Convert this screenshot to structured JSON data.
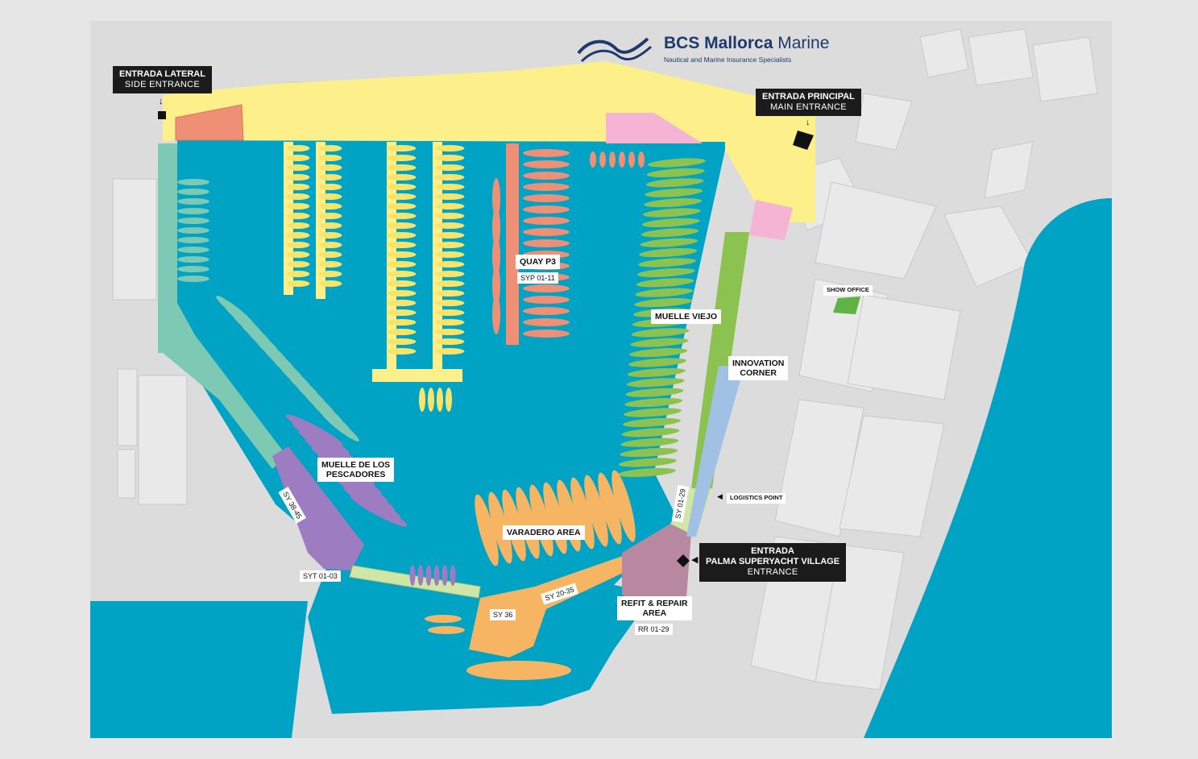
{
  "brand": {
    "name_bold": "BCS Mallorca",
    "name_regular": " Marine",
    "tagline": "Nautical and Marine Insurance Specialists",
    "logo_icon": "wave-logo-icon"
  },
  "entrances": {
    "side_es": "ENTRADA LATERAL",
    "side_en": "SIDE ENTRANCE",
    "main_es": "ENTRADA PRINCIPAL",
    "main_en": "MAIN ENTRANCE",
    "village_es": "ENTRADA",
    "village_name": "PALMA SUPERYACHT VILLAGE",
    "village_en": "ENTRANCE"
  },
  "areas": {
    "quay_p3": "QUAY P3",
    "quay_p3_code": "SYP 01-11",
    "muelle_viejo": "MUELLE VIEJO",
    "innovation_corner": "INNOVATION\nCORNER",
    "show_office": "SHOW OFFICE",
    "logistics_point": "LOGISTICS POINT",
    "muelle_pescadores": "MUELLE DE LOS\nPESCADORES",
    "varadero": "VARADERO AREA",
    "refit_repair": "REFIT & REPAIR\nAREA",
    "refit_code": "RR 01-29"
  },
  "berth_codes": {
    "sy_01_29": "SY 01-29",
    "sy_38_45": "SY 38-45",
    "syt_01_03": "SYT 01-03",
    "sy_20_35": "SY 20-35",
    "sy_36": "SY 36"
  },
  "colors": {
    "background": "#e6e6e6",
    "land": "#dcdcdc",
    "building": "#e9e9e9",
    "water": "#00a3c4",
    "yellow_zone": "#fdf08a",
    "yellow_boat": "#f9e46a",
    "salmon": "#ef8f76",
    "pink": "#f5b4d3",
    "teal": "#7ec9b3",
    "purple": "#9d7cc2",
    "orange": "#f6b562",
    "green": "#8cc350",
    "light_green": "#cfe6a6",
    "blue_zone": "#a0c1e4",
    "mauve": "#b788a0",
    "brand_navy": "#1e3a6d"
  }
}
